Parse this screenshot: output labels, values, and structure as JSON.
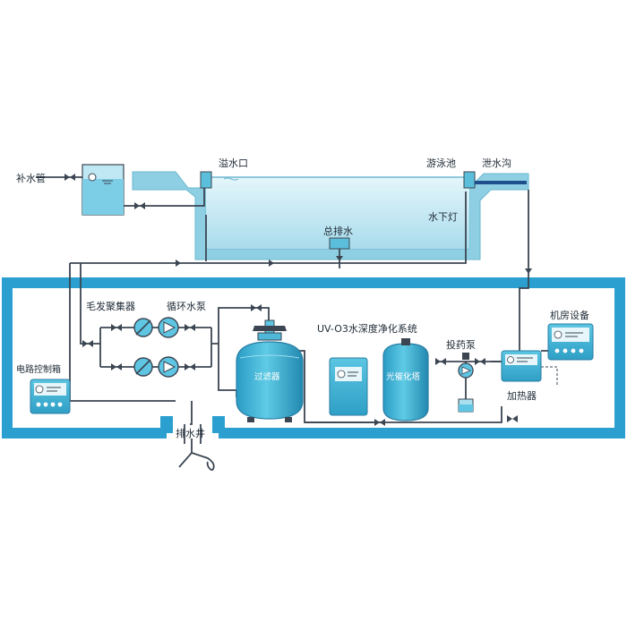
{
  "labels": {
    "makeup_pipe": "补水管",
    "overflow_inlet": "溢水口",
    "pool": "游泳池",
    "drain_channel": "泄水沟",
    "underwater_light": "水下灯",
    "main_drain": "总排水",
    "hair_collector": "毛发聚集器",
    "circulation_pump": "循环水泵",
    "system_title": "UV-O3水深度净化系统",
    "filter": "过滤器",
    "photocatalytic_tower": "光催化塔",
    "dosing_pump": "投药泵",
    "machine_room_equipment": "机房设备",
    "heater": "加热器",
    "electrical_control_box": "电路控制箱",
    "drainage_well": "排水井"
  },
  "colors": {
    "frame": "#2a9fd0",
    "pipe": "#3b4652",
    "equipment": "#3fb6d6",
    "pool_water": "#c5eaf4",
    "pool_wall": "#8fcfe3"
  }
}
